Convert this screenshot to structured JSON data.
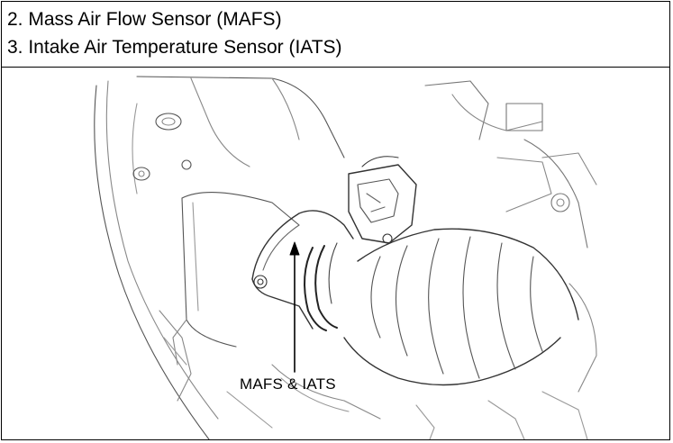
{
  "header": {
    "lines": [
      "2. Mass Air Flow Sensor (MAFS)",
      "3. Intake Air Temperature Sensor (IATS)"
    ]
  },
  "figure": {
    "callout_label": "MAFS & IATS"
  }
}
